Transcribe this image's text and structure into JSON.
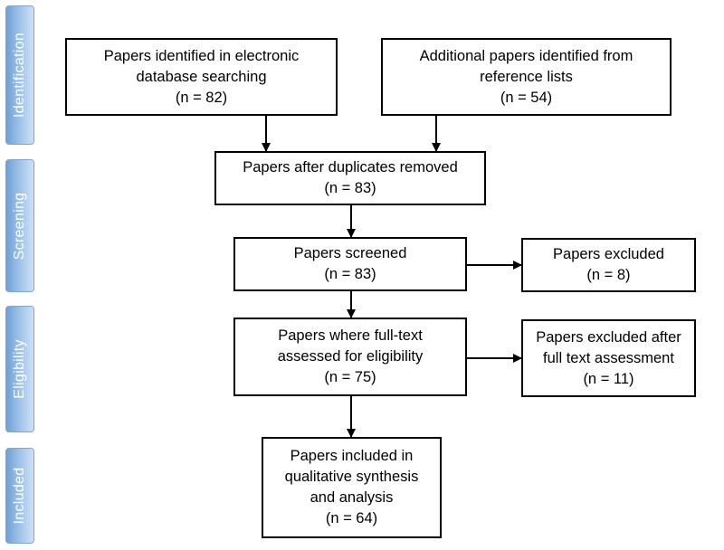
{
  "stages": {
    "identification": "Identification",
    "screening": "Screening",
    "eligibility": "Eligibility",
    "included": "Included"
  },
  "boxes": {
    "database_search": "Papers identified in electronic\ndatabase searching\n(n = 82)",
    "reference_lists": "Additional papers identified from\nreference lists\n(n = 54)",
    "duplicates_removed": "Papers after duplicates removed\n(n = 83)",
    "screened": "Papers screened\n(n = 83)",
    "excluded": "Papers excluded\n(n = 8)",
    "fulltext_assessed": "Papers where full-text\nassessed for eligibility\n(n = 75)",
    "excluded_fulltext": "Papers excluded after\nfull text assessment\n(n = 11)",
    "included": "Papers included in\nqualitative synthesis\nand analysis\n(n = 64)"
  }
}
